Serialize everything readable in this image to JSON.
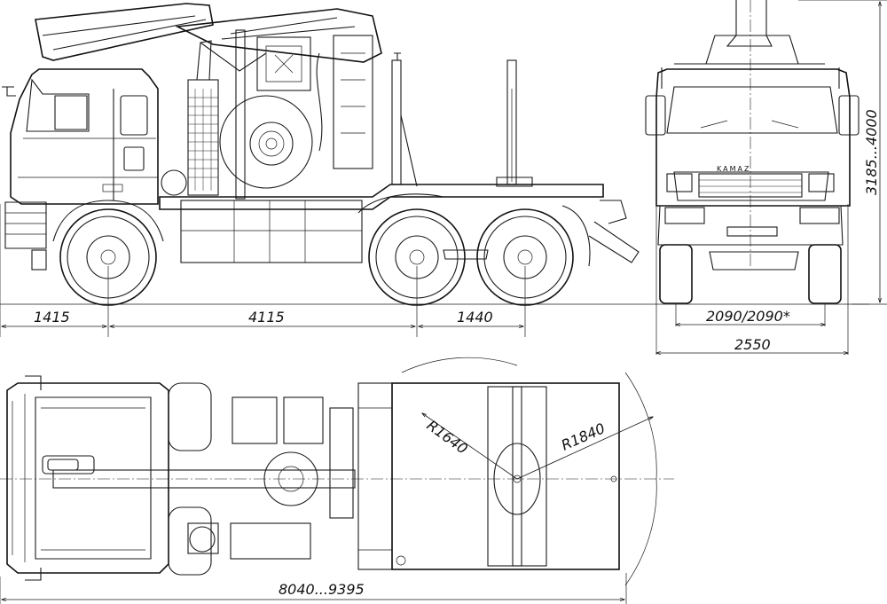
{
  "side_view": {
    "dim_front_overhang": "1415",
    "dim_wheelbase": "4115",
    "dim_rear_axles": "1440"
  },
  "front_view": {
    "badge": "KAMAZ",
    "dim_track": "2090/2090*",
    "dim_width": "2550",
    "dim_height": "3185...4000"
  },
  "top_view": {
    "radius_small": "R1640",
    "radius_large": "R1840",
    "dim_length": "8040...9395"
  }
}
